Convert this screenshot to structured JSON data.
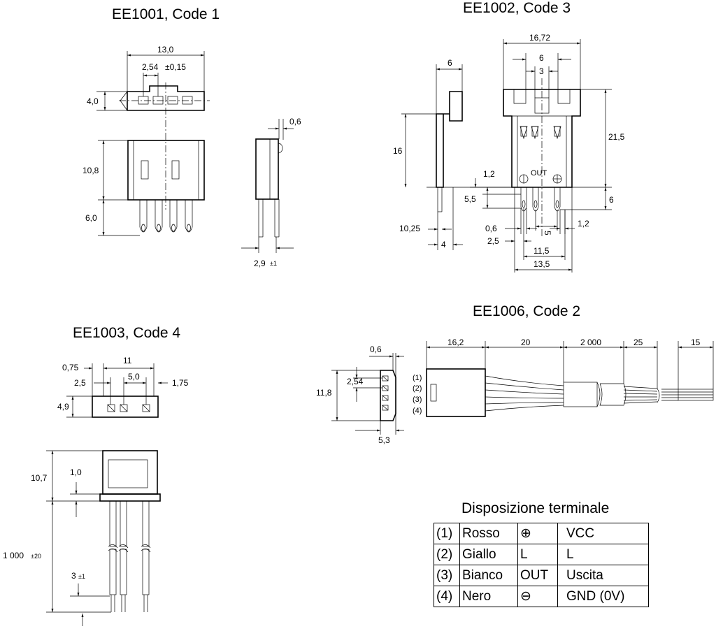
{
  "titles": {
    "ee1001": "EE1001, Code 1",
    "ee1002": "EE1002, Code 3",
    "ee1003": "EE1003, Code 4",
    "ee1006": "EE1006, Code 2"
  },
  "dims": {
    "ee1001": {
      "width": "13,0",
      "pitch": "2,54",
      "pitch_tol": "±0,15",
      "height_top": "4,0",
      "body_height": "10,8",
      "pin_length": "6,0",
      "side_pin_offset": "0,6",
      "side_pin_spacing": "2,9",
      "side_pin_tol": "±1"
    },
    "ee1002": {
      "width": "16,72",
      "slot": "6",
      "slot_inner": "3",
      "side_width": "6",
      "side_height": "16",
      "body_height": "21,5",
      "pin_thk": "1,2",
      "pin_len": "5,5",
      "pin_zone": "6",
      "offset": "10,25",
      "side_depth": "4",
      "pin_w": "0,6",
      "pin_pitch_half": "5",
      "pin_pitch_w": "1,2",
      "pin_spacing": "2,5",
      "span_inner": "11,5",
      "span_outer": "13,5",
      "out_label": "OUT"
    },
    "ee1003": {
      "width": "11",
      "left_margin": "0,75",
      "pitch": "2,5",
      "pitch2": "5,0",
      "right_margin": "1,75",
      "height": "4,9",
      "body_height": "10,7",
      "flange": "1,0",
      "lead_len": "1 000",
      "lead_tol": "±20",
      "strip": "3",
      "strip_tol": "±1"
    },
    "ee1006": {
      "thk": "0,6",
      "pitch": "2,54",
      "height": "11,8",
      "depth": "5,3",
      "seg1": "16,2",
      "seg2": "20",
      "seg3": "2 000",
      "seg4": "25",
      "seg5": "15",
      "pins": [
        "(1)",
        "(2)",
        "(3)",
        "(4)"
      ]
    }
  },
  "pin_table": {
    "title": "Disposizione terminale",
    "rows": [
      {
        "num": "(1)",
        "color": "Rosso",
        "symbol": "⊕",
        "function": "VCC"
      },
      {
        "num": "(2)",
        "color": "Giallo",
        "symbol": "L",
        "function": "L"
      },
      {
        "num": "(3)",
        "color": "Bianco",
        "symbol": "OUT",
        "function": "Uscita"
      },
      {
        "num": "(4)",
        "color": "Nero",
        "symbol": "⊖",
        "function": "GND (0V)"
      }
    ]
  }
}
